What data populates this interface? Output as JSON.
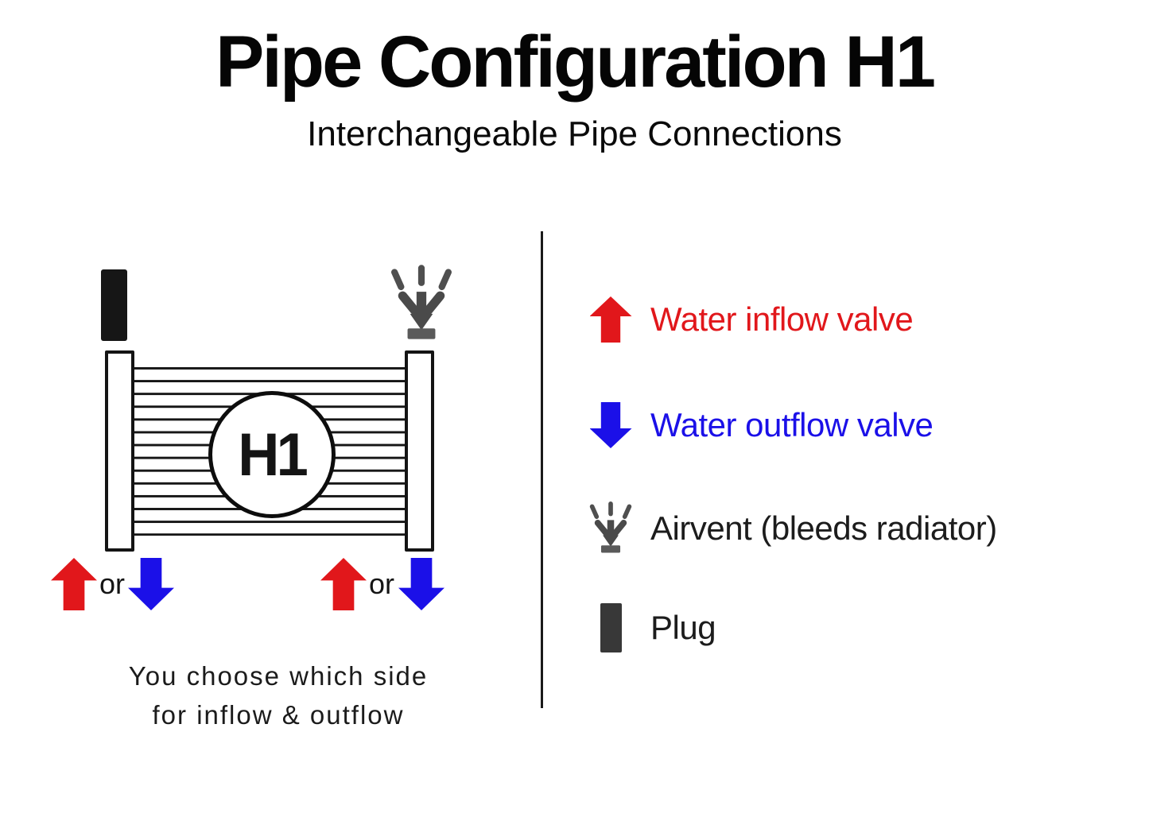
{
  "title": "Pipe Configuration H1",
  "subtitle": "Interchangeable Pipe Connections",
  "diagram": {
    "radiator_label": "H1",
    "or_label": "or",
    "caption_line1": "You choose which side",
    "caption_line2": "for inflow & outflow"
  },
  "legend": {
    "items": [
      {
        "icon": "red-up-arrow",
        "label": "Water inflow valve"
      },
      {
        "icon": "blue-down-arrow",
        "label": "Water outflow valve"
      },
      {
        "icon": "airvent",
        "label": "Airvent (bleeds radiator)"
      },
      {
        "icon": "plug",
        "label": "Plug"
      }
    ]
  },
  "colors": {
    "inflow_red": "#e1171b",
    "outflow_blue": "#1b10e8",
    "ink": "#1a1a1a",
    "airvent_gray": "#4a4a4a",
    "plug_dark": "#161616",
    "plug_legend_gray": "#383838"
  }
}
